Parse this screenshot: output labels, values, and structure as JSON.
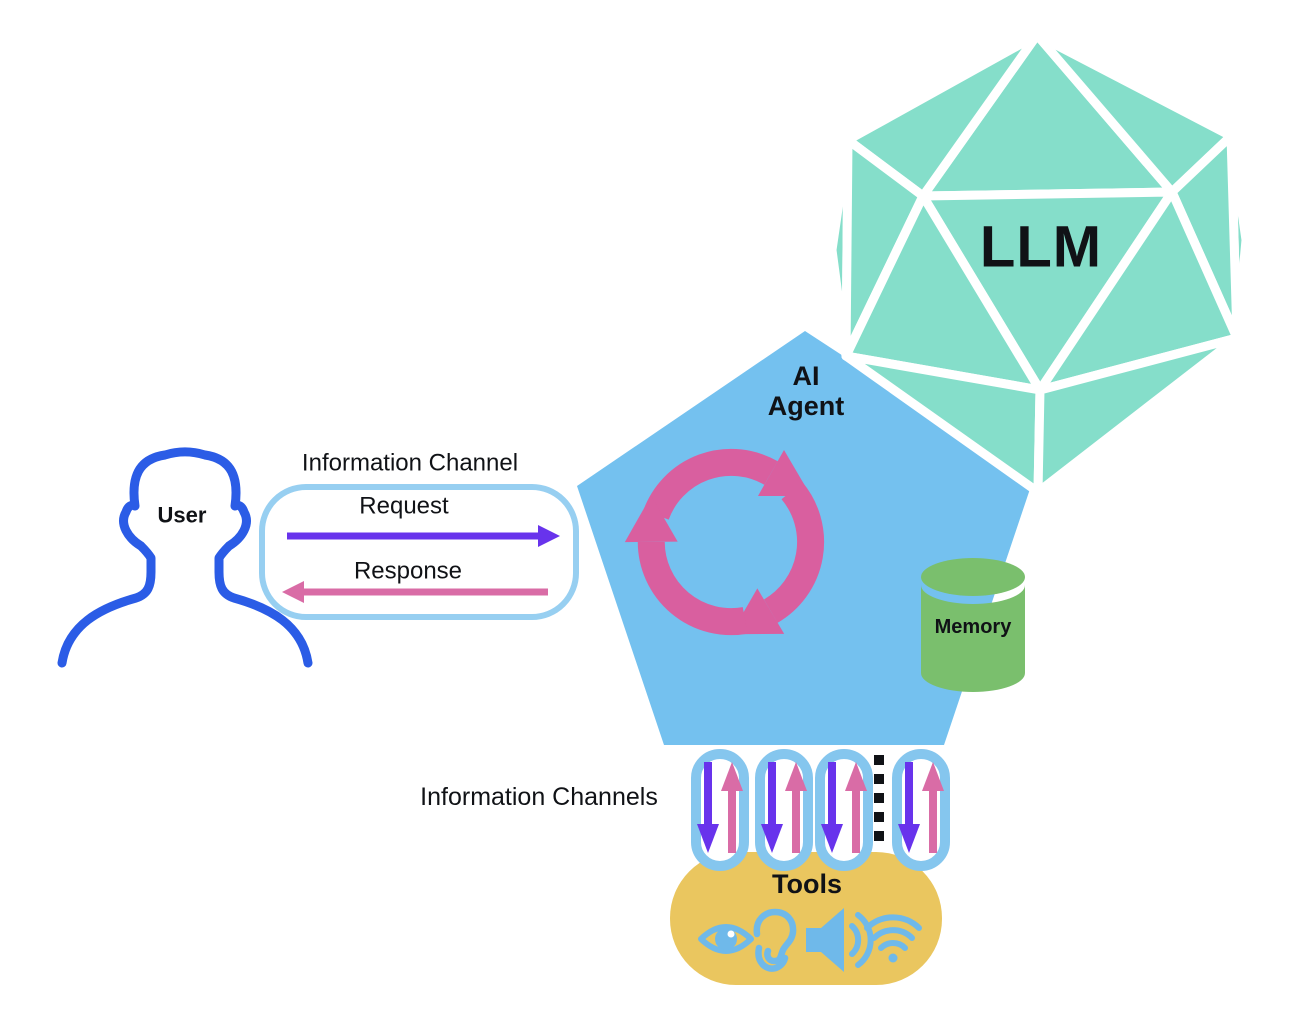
{
  "diagram_title": "AI Agent architecture diagram",
  "user": {
    "label": "User"
  },
  "channel": {
    "title": "Information Channel",
    "request": "Request",
    "response": "Response"
  },
  "agent": {
    "label": "AI\nAgent"
  },
  "llm": {
    "label": "LLM"
  },
  "memory": {
    "label": "Memory"
  },
  "channels": {
    "title": "Information Channels",
    "capsule_count": 4,
    "ellipsis": "dotted line indicating more channels"
  },
  "tools": {
    "label": "Tools",
    "icons": [
      "eye-icon",
      "ear-icon",
      "speaker-icon",
      "wifi-icon"
    ]
  },
  "colors": {
    "user_outline": "#2B5CE6",
    "channel_pill_border": "#97CFF1",
    "capsule_border": "#85C6EE",
    "pentagon_blue": "#74C1EF",
    "llm_teal": "#85DECA",
    "cycle_pink": "#D95F9F",
    "request_purple": "#6833EC",
    "response_pink": "#D96CA6",
    "memory_green": "#7ABF6D",
    "tools_yellow": "#EAC65F",
    "tool_icon_blue": "#6FB9EA",
    "text": "#101216",
    "background": "#FFFFFF"
  }
}
